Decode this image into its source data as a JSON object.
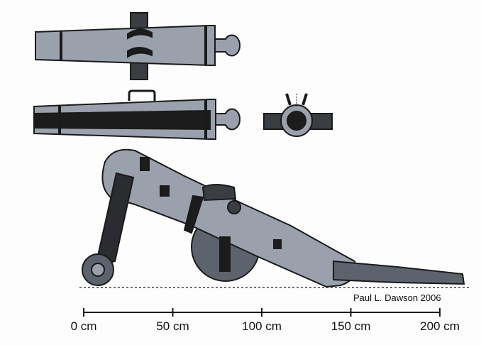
{
  "credit": "Paul L. Dawson 2006",
  "scale": {
    "ticks": [
      {
        "label": "0 cm",
        "value": 0
      },
      {
        "label": "50 cm",
        "value": 50
      },
      {
        "label": "100 cm",
        "value": 100
      },
      {
        "label": "150 cm",
        "value": 150
      },
      {
        "label": "200 cm",
        "value": 200
      }
    ],
    "max": 200
  },
  "colors": {
    "metal": "#9aa1ac",
    "dark": "#1c1c1c",
    "outline": "#1a1a1a"
  }
}
